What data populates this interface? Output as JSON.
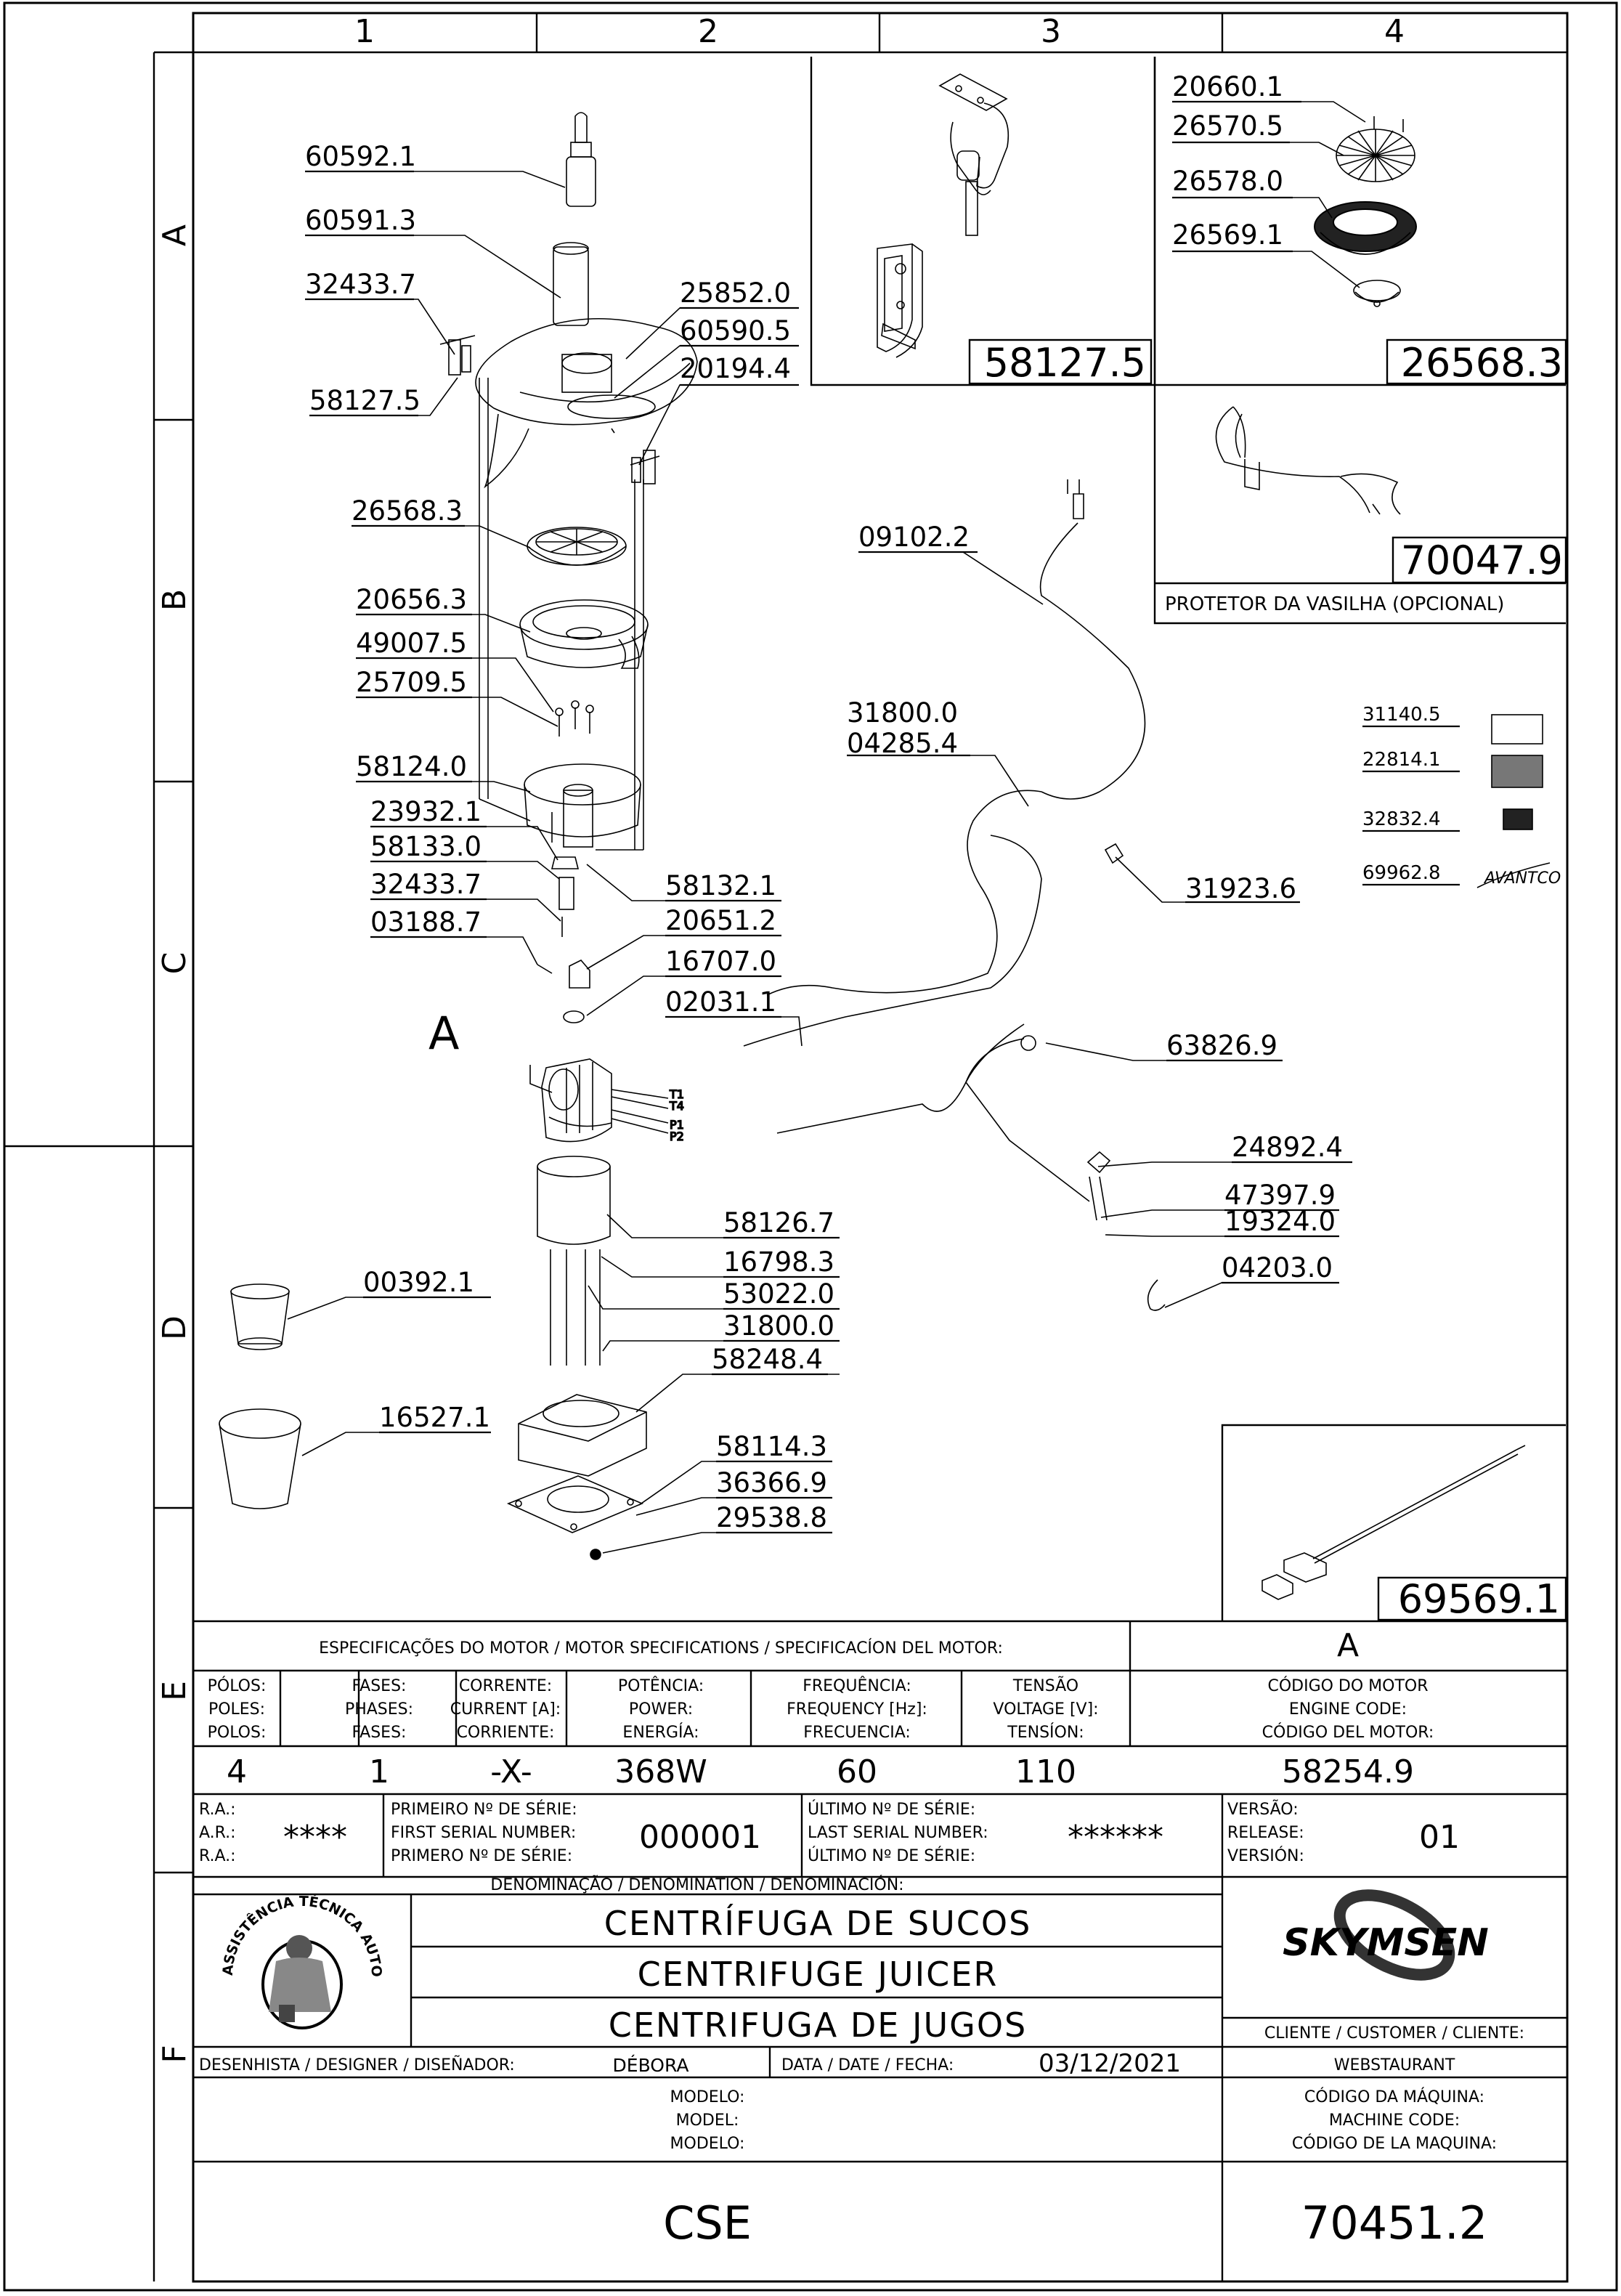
{
  "grid": {
    "columns": [
      "1",
      "2",
      "3",
      "4"
    ],
    "rows": [
      "A",
      "B",
      "C",
      "D",
      "E",
      "F"
    ]
  },
  "callout_A": "A",
  "parts": {
    "p60592_1": "60592.1",
    "p60591_3": "60591.3",
    "p32433_7a": "32433.7",
    "p58127_5": "58127.5",
    "p25852_0": "25852.0",
    "p60590_5": "60590.5",
    "p20194_4": "20194.4",
    "p26568_3": "26568.3",
    "p20656_3": "20656.3",
    "p49007_5": "49007.5",
    "p25709_5": "25709.5",
    "p58124_0": "58124.0",
    "p23932_1": "23932.1",
    "p58133_0": "58133.0",
    "p32433_7b": "32433.7",
    "p03188_7": "03188.7",
    "p58132_1": "58132.1",
    "p20651_2": "20651.2",
    "p16707_0": "16707.0",
    "p02031_1": "02031.1",
    "p58126_7": "58126.7",
    "p16798_3": "16798.3",
    "p53022_0": "53022.0",
    "p31800_0b": "31800.0",
    "p58248_4": "58248.4",
    "p58114_3": "58114.3",
    "p36366_9": "36366.9",
    "p29538_8": "29538.8",
    "p00392_1": "00392.1",
    "p16527_1": "16527.1",
    "p09102_2": "09102.2",
    "p31800_0a": "31800.0",
    "p04285_4": "04285.4",
    "p31923_6": "31923.6",
    "p63826_9": "63826.9",
    "p24892_4": "24892.4",
    "p47397_9": "47397.9",
    "p19324_0": "19324.0",
    "p04203_0": "04203.0",
    "p31140_5": "31140.5",
    "p22814_1": "22814.1",
    "p32832_4": "32832.4",
    "p69962_8": "69962.8",
    "p20660_1": "20660.1",
    "p26570_5": "26570.5",
    "p26578_0": "26578.0",
    "p26569_1": "26569.1"
  },
  "motor_wires": [
    "T1",
    "T4",
    "P1",
    "P2"
  ],
  "insets": {
    "latch": {
      "code": "58127.5"
    },
    "filter": {
      "code": "26568.3"
    },
    "guard": {
      "code": "70047.9",
      "caption": "PROTETOR DA VASILHA (OPCIONAL)"
    },
    "rod": {
      "code": "69569.1"
    }
  },
  "avantco_logo": "AVANTCO",
  "title_block": {
    "motor_header": "ESPECIFICAÇÕES DO MOTOR / MOTOR SPECIFICATIONS / SPECIFICACÍON DEL MOTOR:",
    "motor_ref": "A",
    "columns": [
      {
        "labels": [
          "PÓLOS:",
          "POLES:",
          "POLOS:"
        ],
        "value": "4"
      },
      {
        "labels": [
          "FASES:",
          "PHASES:",
          "FASES:"
        ],
        "value": "1"
      },
      {
        "labels": [
          "CORRENTE:",
          "CURRENT [A]:",
          "CORRIENTE:"
        ],
        "value": "-X-"
      },
      {
        "labels": [
          "POTÊNCIA:",
          "POWER:",
          "ENERGÍA:"
        ],
        "value": "368W"
      },
      {
        "labels": [
          "FREQUÊNCIA:",
          "FREQUENCY [Hz]:",
          "FRECUENCIA:"
        ],
        "value": "60"
      },
      {
        "labels": [
          "TENSÃO",
          "VOLTAGE [V]:",
          "TENSÍON:"
        ],
        "value": "110"
      },
      {
        "labels": [
          "CÓDIGO DO MOTOR",
          "ENGINE CODE:",
          "CÓDIGO DEL MOTOR:"
        ],
        "value": "58254.9"
      }
    ],
    "ra_labels": [
      "R.A.:",
      "A.R.:",
      "R.A.:"
    ],
    "ra_value": "****",
    "first_serial_labels": [
      "PRIMEIRO Nº DE SÉRIE:",
      "FIRST SERIAL NUMBER:",
      "PRIMERO Nº DE SÉRIE:"
    ],
    "first_serial_value": "000001",
    "last_serial_labels": [
      "ÚLTIMO Nº DE SÉRIE:",
      "LAST SERIAL NUMBER:",
      "ÚLTIMO Nº DE SÉRIE:"
    ],
    "last_serial_value": "******",
    "version_labels": [
      "VERSÃO:",
      "RELEASE:",
      "VERSIÓN:"
    ],
    "version_value": "01",
    "denomination_label": "DENOMINAÇÃO / DENOMINATION / DENOMINACIÓN:",
    "names": [
      "CENTRÍFUGA DE SUCOS",
      "CENTRIFUGE JUICER",
      "CENTRIFUGA DE JUGOS"
    ],
    "logo_text": "ASSISTÊNCIA TÉCNICA AUTORIZADA",
    "brand": "SKYMSEN",
    "client_label": "CLIENTE / CUSTOMER / CLIENTE:",
    "client_value": "WEBSTAURANT",
    "designer_label": "DESENHISTA / DESIGNER / DISEÑADOR:",
    "designer_value": "DÉBORA",
    "date_label": "DATA / DATE / FECHA:",
    "date_value": "03/12/2021",
    "model_labels": [
      "MODELO:",
      "MODEL:",
      "MODELO:"
    ],
    "model_value": "CSE",
    "machine_code_labels": [
      "CÓDIGO DA MÁQUINA:",
      "MACHINE CODE:",
      "CÓDIGO DE LA MAQUINA:"
    ],
    "machine_code_value": "70451.2"
  }
}
